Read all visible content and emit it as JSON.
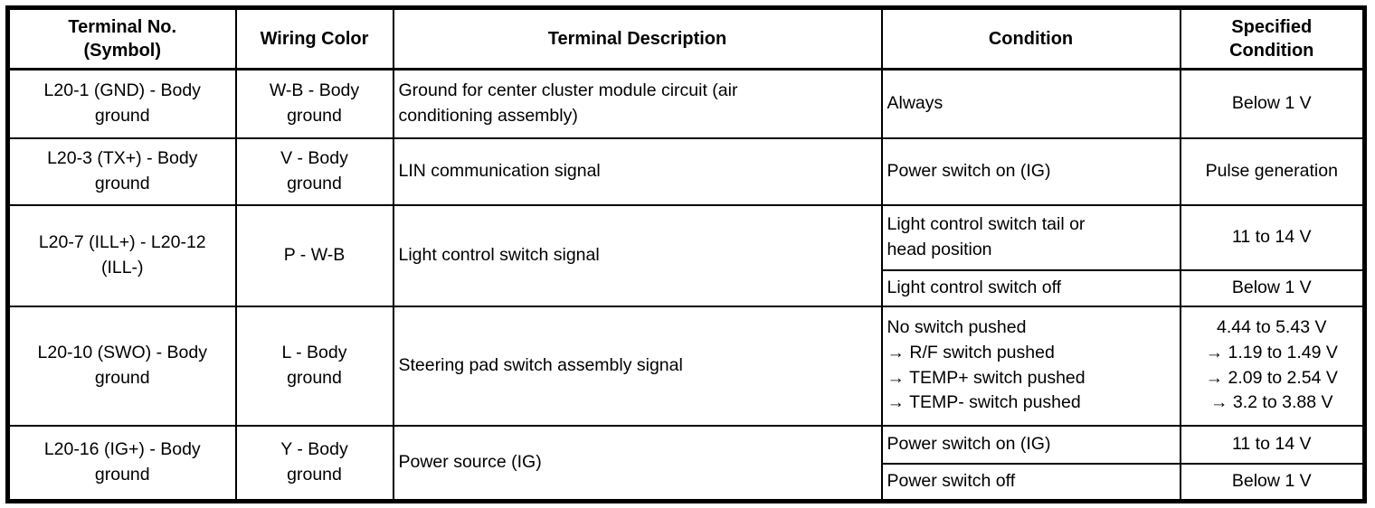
{
  "table": {
    "headers": {
      "terminal": "Terminal No.\n(Symbol)",
      "wiring": "Wiring Color",
      "description": "Terminal Description",
      "condition": "Condition",
      "specified": "Specified\nCondition"
    },
    "rows": [
      {
        "terminal": "L20-1 (GND) - Body\nground",
        "wiring": "W-B - Body\nground",
        "description": "Ground for center cluster module circuit (air\nconditioning assembly)",
        "conditions": [
          {
            "condition": "Always",
            "specified": "Below 1 V"
          }
        ]
      },
      {
        "terminal": "L20-3 (TX+) - Body\nground",
        "wiring": "V - Body\nground",
        "description": "LIN communication signal",
        "conditions": [
          {
            "condition": "Power switch on (IG)",
            "specified": "Pulse generation"
          }
        ]
      },
      {
        "terminal": "L20-7 (ILL+) - L20-12\n(ILL-)",
        "wiring": "P - W-B",
        "description": "Light control switch signal",
        "conditions": [
          {
            "condition": "Light control switch tail or\nhead position",
            "specified": "11 to 14 V"
          },
          {
            "condition": "Light control switch off",
            "specified": "Below 1 V"
          }
        ]
      },
      {
        "terminal": "L20-10 (SWO) - Body\nground",
        "wiring": "L - Body\nground",
        "description": "Steering pad switch assembly signal",
        "conditions": [
          {
            "condition": "No switch pushed\n→ R/F switch pushed\n→ TEMP+ switch pushed\n→ TEMP- switch pushed",
            "specified": "4.44 to 5.43 V\n→ 1.19 to 1.49 V\n→ 2.09 to 2.54 V\n→ 3.2 to 3.88 V"
          }
        ]
      },
      {
        "terminal": "L20-16 (IG+) - Body\nground",
        "wiring": "Y - Body\nground",
        "description": "Power source (IG)",
        "conditions": [
          {
            "condition": "Power switch on (IG)",
            "specified": "11 to 14 V"
          },
          {
            "condition": "Power switch off",
            "specified": "Below 1 V"
          }
        ]
      }
    ],
    "colors": {
      "border": "#000000",
      "background": "#ffffff",
      "text": "#000000"
    }
  }
}
